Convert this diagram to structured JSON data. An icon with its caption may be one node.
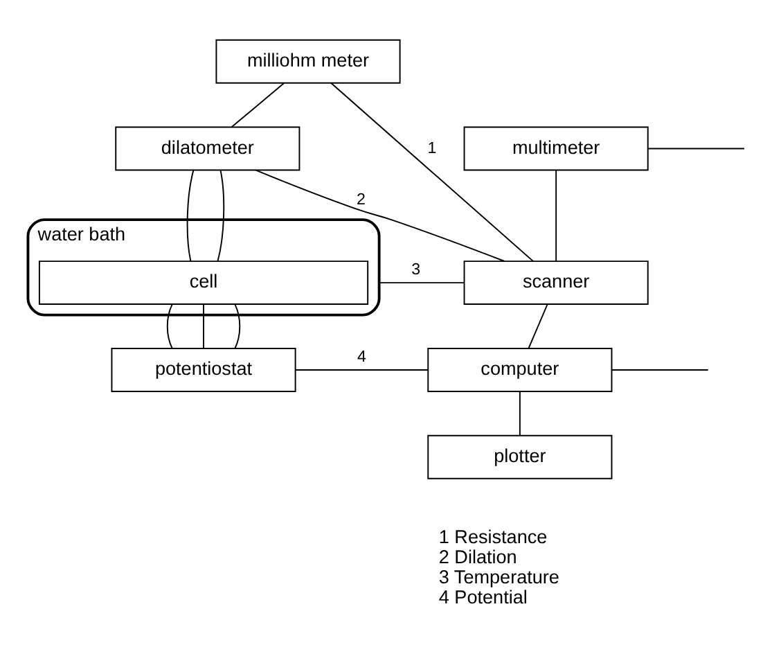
{
  "diagram": {
    "nodes": [
      {
        "text": [
          "milliohm meter"
        ]
      },
      {
        "text": [
          "multimeter"
        ]
      },
      {
        "text": [
          "dilatometer"
        ]
      },
      {
        "text": [
          "scanner"
        ]
      },
      {
        "text": [
          "water bath"
        ]
      },
      {
        "text": [
          "cell"
        ],
        "in": 4
      },
      {
        "text": [
          "potentiostat"
        ]
      },
      {
        "text": [
          "computer"
        ]
      },
      {
        "text": [
          "plotter"
        ]
      }
    ],
    "edges": [
      {
        "from": 0,
        "to": 2,
        "arrow": "none"
      },
      {
        "from": 2,
        "to": 5,
        "arrow": "none"
      },
      {
        "from": 2,
        "to": 5,
        "arrow": "none"
      },
      {
        "from": 5,
        "to": 6,
        "arrow": "none"
      },
      {
        "from": 5,
        "to": 6,
        "arrow": "none"
      },
      {
        "from": 5,
        "to": 6,
        "arrow": "none"
      },
      {
        "from": 0,
        "to": 3,
        "arrow": "none",
        "label": "1"
      },
      {
        "from": 2,
        "to": 3,
        "arrow": "none",
        "label": "2"
      },
      {
        "from": 4,
        "to": 3,
        "arrow": "none",
        "label": "3"
      },
      {
        "from": 1,
        "to": 3,
        "arrow": "none"
      },
      {
        "from": 1,
        "to": null,
        "arrow": "none"
      },
      {
        "from": 3,
        "to": 7,
        "arrow": "none"
      },
      {
        "from": 6,
        "to": 7,
        "arrow": "none",
        "label": "4"
      },
      {
        "from": 7,
        "to": null,
        "arrow": "none"
      },
      {
        "from": 7,
        "to": 8,
        "arrow": "none"
      }
    ],
    "labels": [
      "1 Resistance",
      "2 Dilation",
      "3 Temperature",
      "4 Potential"
    ]
  }
}
